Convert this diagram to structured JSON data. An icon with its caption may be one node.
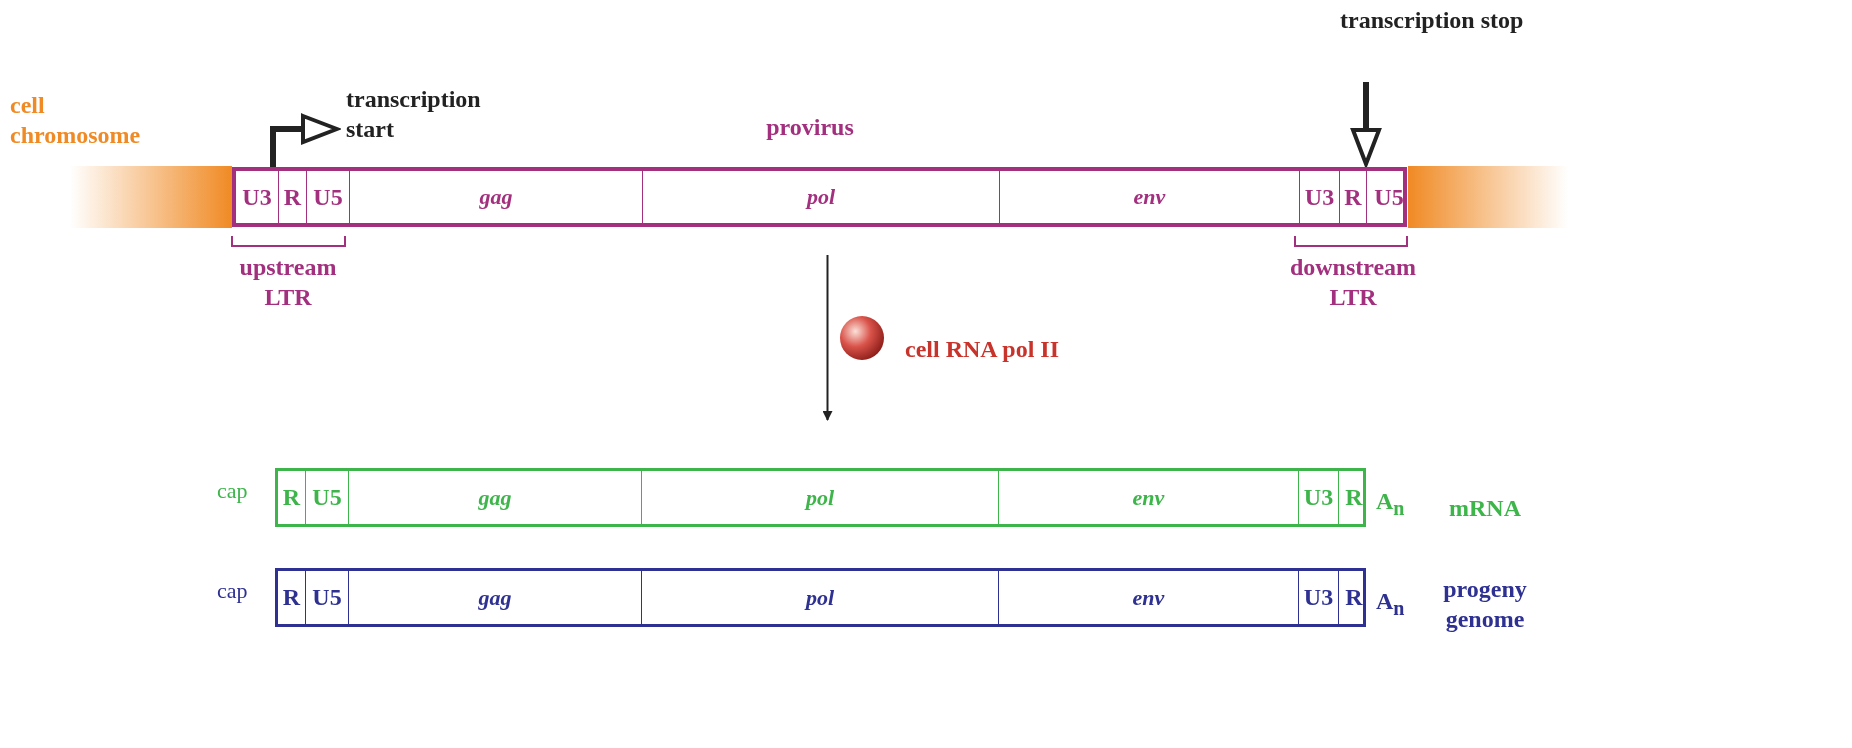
{
  "diagram": {
    "nodes": [
      {
        "text": [
          "provirus"
        ]
      },
      {
        "text": [
          "U3"
        ],
        "in": 0
      },
      {
        "text": [
          "R"
        ],
        "in": 0
      },
      {
        "text": [
          "U5"
        ],
        "in": 0
      },
      {
        "text": [
          "gag"
        ],
        "in": 0
      },
      {
        "text": [
          "pol"
        ],
        "in": 0
      },
      {
        "text": [
          "env"
        ],
        "in": 0
      },
      {
        "text": [
          "U3"
        ],
        "in": 0
      },
      {
        "text": [
          "R"
        ],
        "in": 0
      },
      {
        "text": [
          "U5"
        ],
        "in": 0
      },
      {
        "text": [],
        "shape": "bar",
        "beside": [
          "cap",
          "A$_{n}$",
          "mRNA"
        ]
      },
      {
        "text": [
          "R"
        ],
        "in": 10
      },
      {
        "text": [
          "U5"
        ],
        "in": 10
      },
      {
        "text": [
          "gag"
        ],
        "in": 10
      },
      {
        "text": [
          "pol"
        ],
        "in": 10
      },
      {
        "text": [
          "env"
        ],
        "in": 10
      },
      {
        "text": [
          "U3"
        ],
        "in": 10
      },
      {
        "text": [
          "R"
        ],
        "in": 10
      },
      {
        "text": [],
        "shape": "bar",
        "beside": [
          "cap",
          "A$_{n}$",
          "progeny genome"
        ]
      },
      {
        "text": [
          "R"
        ],
        "in": 18
      },
      {
        "text": [
          "U5"
        ],
        "in": 18
      },
      {
        "text": [
          "gag"
        ],
        "in": 18
      },
      {
        "text": [
          "pol"
        ],
        "in": 18
      },
      {
        "text": [
          "env"
        ],
        "in": 18
      },
      {
        "text": [
          "U3"
        ],
        "in": 18
      },
      {
        "text": [
          "R"
        ],
        "in": 18
      },
      {
        "text": [],
        "shape": "bar"
      },
      {
        "text": [],
        "shape": "bar"
      }
    ],
    "edges": [
      {
        "from": 0,
        "to": 10,
        "arrow": "to",
        "label": "cell RNA pol II"
      },
      {
        "from": 0,
        "to": null,
        "arrow": "to"
      },
      {
        "from": null,
        "to": 8,
        "arrow": "to"
      }
    ],
    "labels": [
      "cell chromosome",
      "transcription start",
      "transcription stop",
      "upstream LTR",
      "downstream LTR"
    ]
  }
}
